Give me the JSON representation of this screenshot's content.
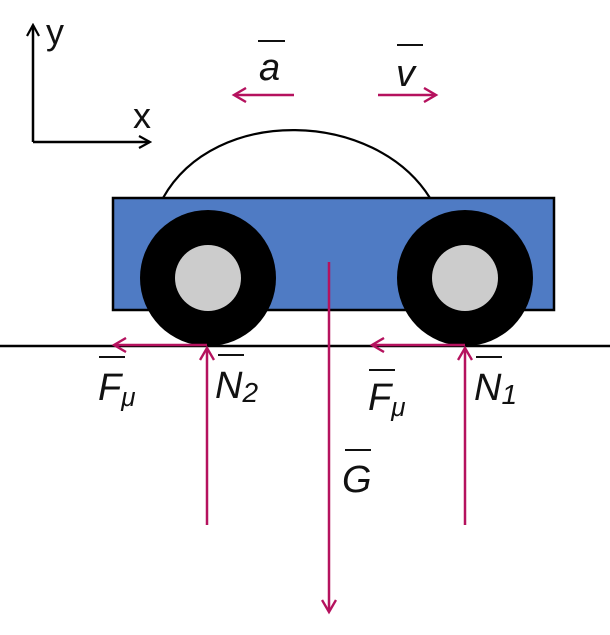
{
  "axes": {
    "x_label": "x",
    "y_label": "y"
  },
  "vectors": {
    "a": {
      "label": "a"
    },
    "v": {
      "label": "v"
    },
    "g": {
      "label": "G"
    },
    "n1": {
      "label": "N",
      "subscript": "1"
    },
    "n2": {
      "label": "N",
      "subscript": "2"
    },
    "f_left": {
      "label": "F",
      "subscript": "μ"
    },
    "f_right": {
      "label": "F",
      "subscript": "μ"
    }
  },
  "colors": {
    "force_arrow": "#b5125e",
    "car_body": "#4f7bc4",
    "wheel_tire": "#000000",
    "wheel_hub": "#cccccc",
    "line": "#000000",
    "text": "#111111"
  }
}
